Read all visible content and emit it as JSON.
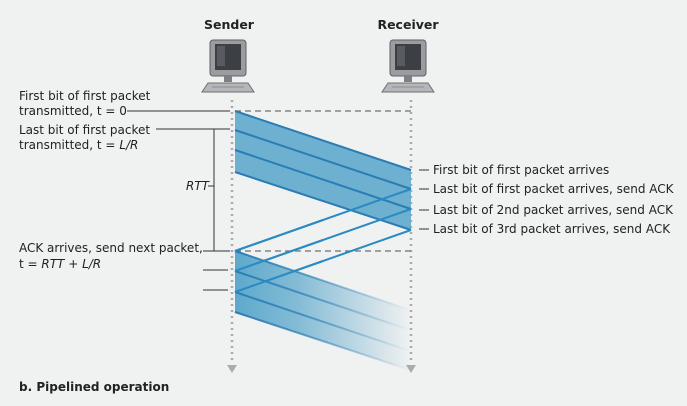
{
  "headers": {
    "sender": "Sender",
    "receiver": "Receiver"
  },
  "left_labels": {
    "first_bit_line1": "First bit of first packet",
    "first_bit_line2": "transmitted, t = 0",
    "last_bit_line1": "Last bit of first packet",
    "last_bit_line2_prefix": "transmitted, t = ",
    "last_bit_line2_italic": "L/R",
    "rtt": "RTT",
    "ack_line1": "ACK arrives, send next packet,",
    "ack_line2_prefix": "t = ",
    "ack_line2_italic": "RTT + L/R"
  },
  "right_labels": {
    "first_arrives": "First bit of first packet arrives",
    "last_first_ack": "Last bit of first packet arrives, send ACK",
    "last_2nd_ack": "Last bit of 2nd packet arrives, send ACK",
    "last_3rd_ack": "Last bit of 3rd packet arrives, send ACK"
  },
  "caption": "b. Pipelined operation",
  "colors": {
    "packet_fill": "#5ea9cc",
    "packet_line": "#2a7db3",
    "ack_line": "#2a8bc2",
    "dotted": "#a9acae",
    "background": "#f0f1f1"
  },
  "icons": {
    "sender": "computer-icon",
    "receiver": "computer-icon"
  }
}
